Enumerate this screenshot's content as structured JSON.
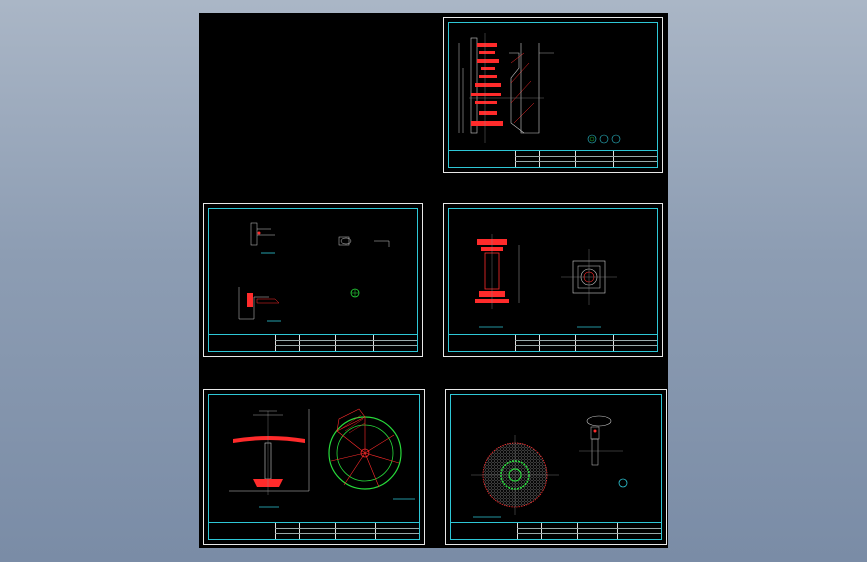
{
  "viewer": {
    "background_top": "#aab6c6",
    "background_bottom": "#7a8ca6"
  },
  "sheets": [
    {
      "id": "sheet-1",
      "view_labels": []
    },
    {
      "id": "sheet-2",
      "view_labels": []
    },
    {
      "id": "sheet-3",
      "view_labels": []
    },
    {
      "id": "sheet-4",
      "view_labels": []
    },
    {
      "id": "sheet-5",
      "view_labels": []
    }
  ],
  "colors": {
    "frame": "#e8e8e8",
    "border": "#2ec7d6",
    "section": "#ff2b2b",
    "detail": "#27d93a",
    "dimension": "#d7d7d7"
  }
}
